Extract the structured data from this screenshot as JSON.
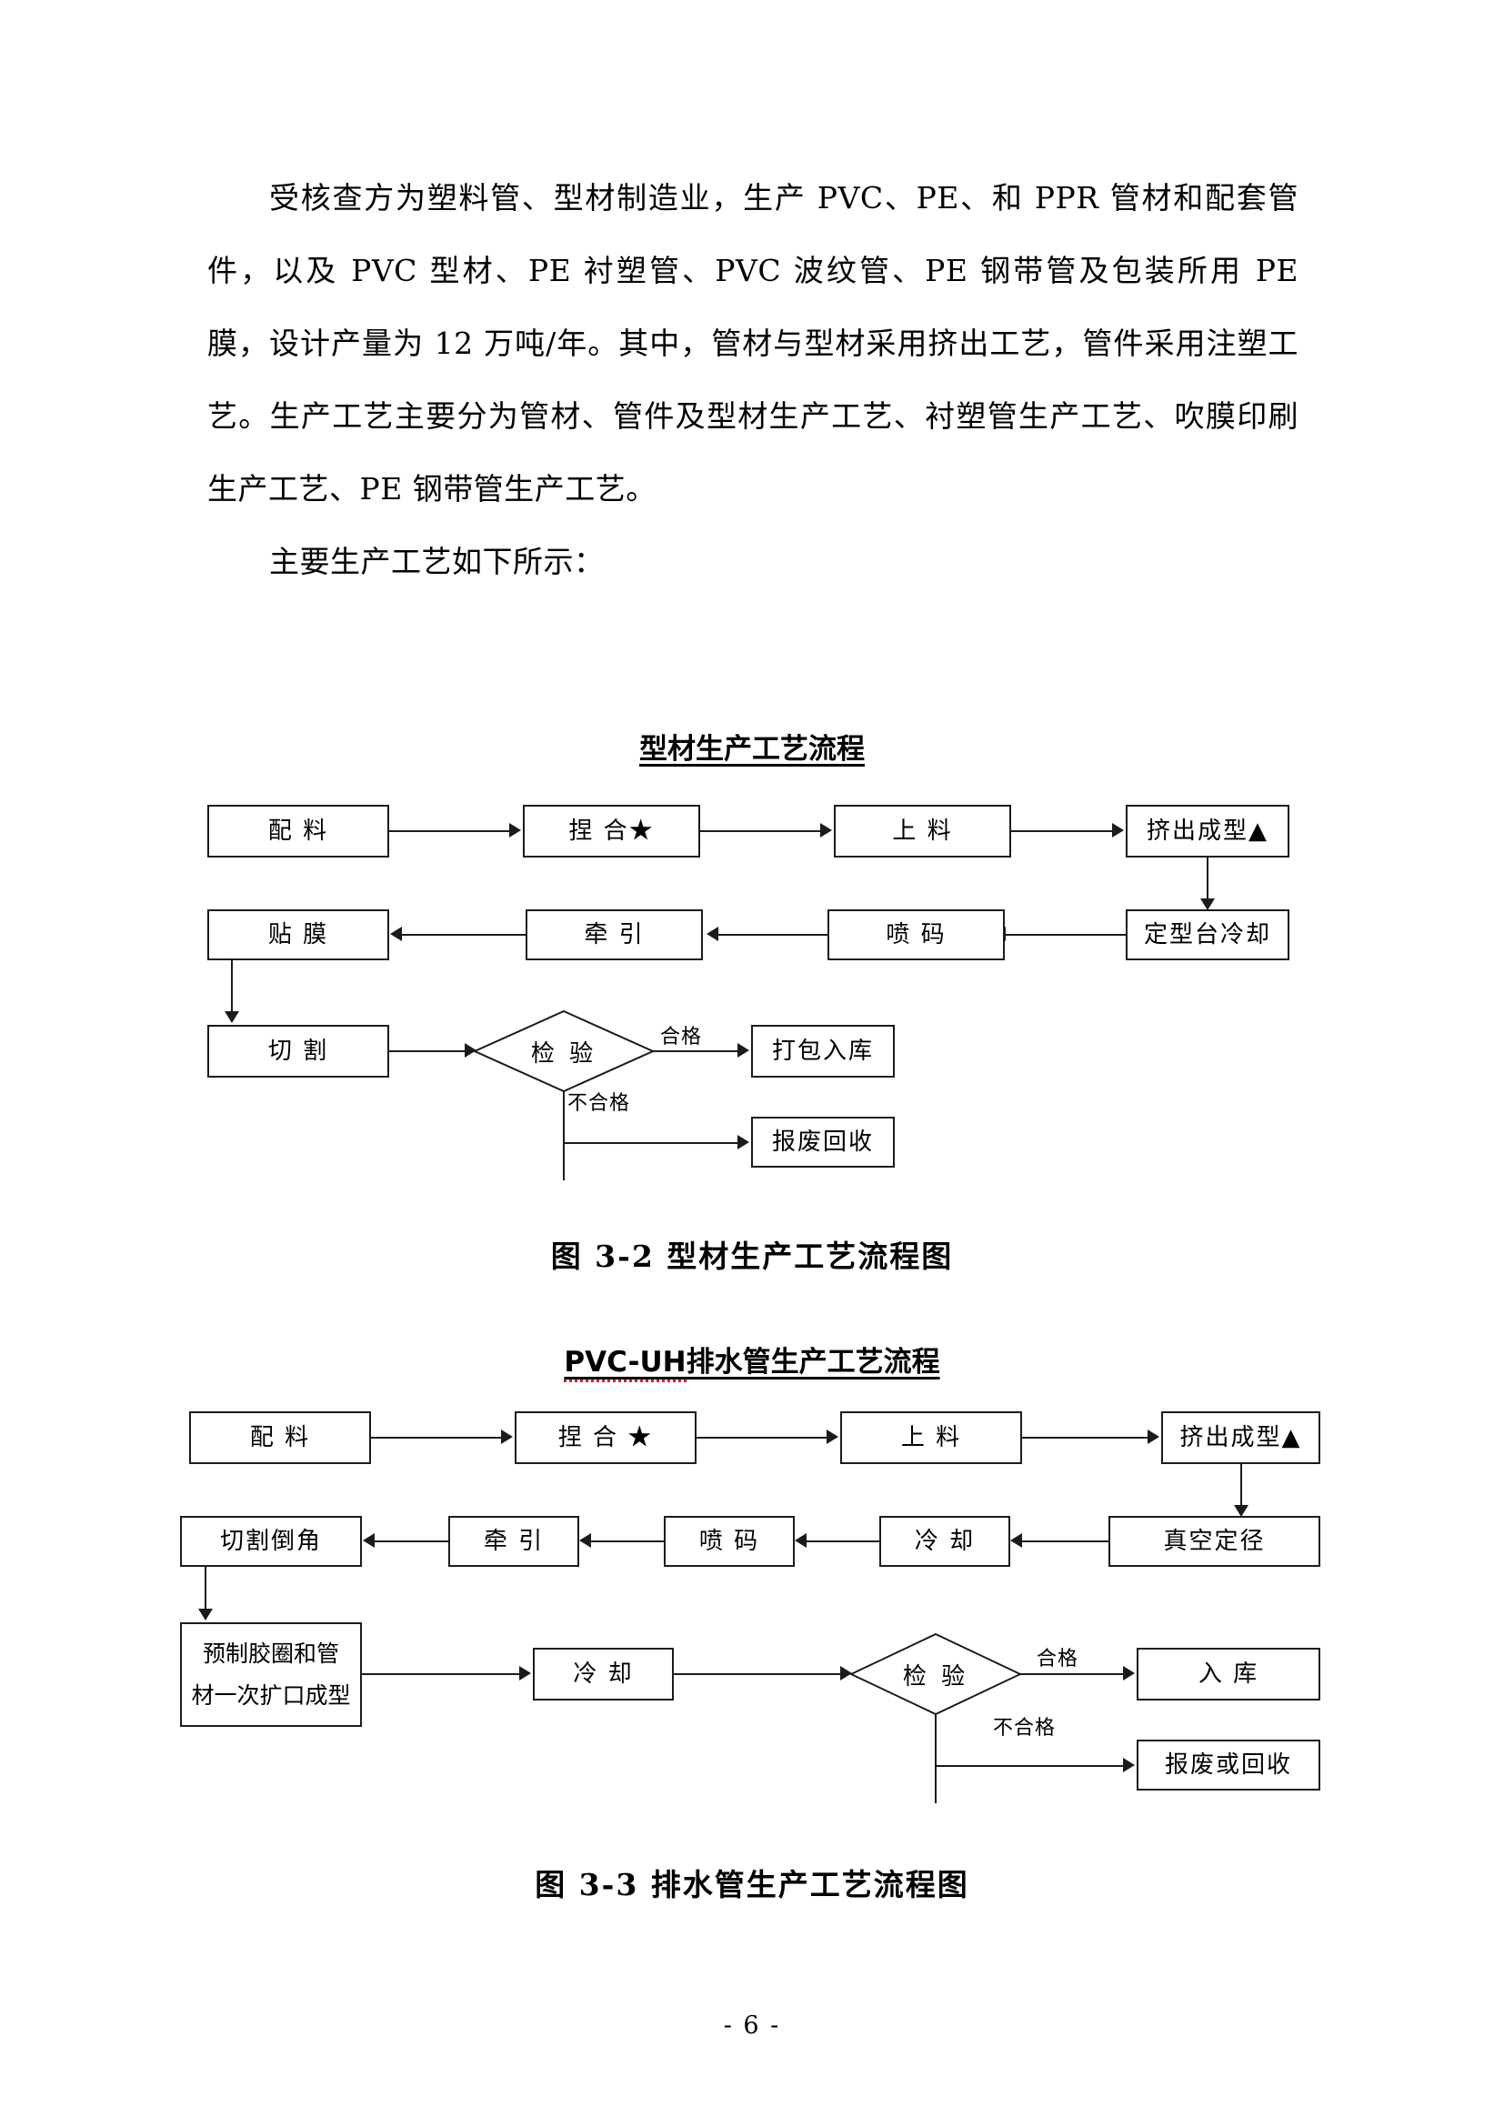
{
  "document": {
    "page_number": "- 6 -",
    "paragraphs": [
      "受核查方为塑料管、型材制造业，生产 PVC、PE、和 PPR 管材和配套管件，以及 PVC 型材、PE 衬塑管、PVC 波纹管、PE 钢带管及包装所用 PE 膜，设计产量为 12 万吨/年。其中，管材与型材采用挤出工艺，管件采用注塑工艺。生产工艺主要分为管材、管件及型材生产工艺、衬塑管生产工艺、吹膜印刷生产工艺、PE 钢带管生产工艺。",
      "主要生产工艺如下所示："
    ]
  },
  "figures": [
    {
      "title": "型材生产工艺流程",
      "title_prefix": "",
      "caption": "图 3-2  型材生产工艺流程图",
      "nodes": {
        "n1": "配 料",
        "n2": "捏 合★",
        "n3": "上 料",
        "n4": "挤出成型▲",
        "n5": "定型台冷却",
        "n6": "喷 码",
        "n7": "牵 引",
        "n8": "贴 膜",
        "n9": "切 割",
        "n10": "检 验",
        "n11": "打包入库",
        "n12": "报废回收"
      },
      "edge_labels": {
        "pass": "合格",
        "fail": "不合格"
      }
    },
    {
      "title": "排水管生产工艺流程",
      "title_prefix": "PVC-UH",
      "caption": "图 3-3  排水管生产工艺流程图",
      "nodes": {
        "n1": "配 料",
        "n2": "捏 合 ★",
        "n3": "上 料",
        "n4": "挤出成型▲",
        "n5": "真空定径",
        "n6": "冷 却",
        "n7": "喷 码",
        "n8": "牵 引",
        "n9": "切割倒角",
        "n10_line1": "预制胶圈和管",
        "n10_line2": "材一次扩口成型",
        "n11": "冷 却",
        "n12": "检 验",
        "n13": "入 库",
        "n14": "报废或回收"
      },
      "edge_labels": {
        "pass": "合格",
        "fail": "不合格"
      }
    }
  ]
}
